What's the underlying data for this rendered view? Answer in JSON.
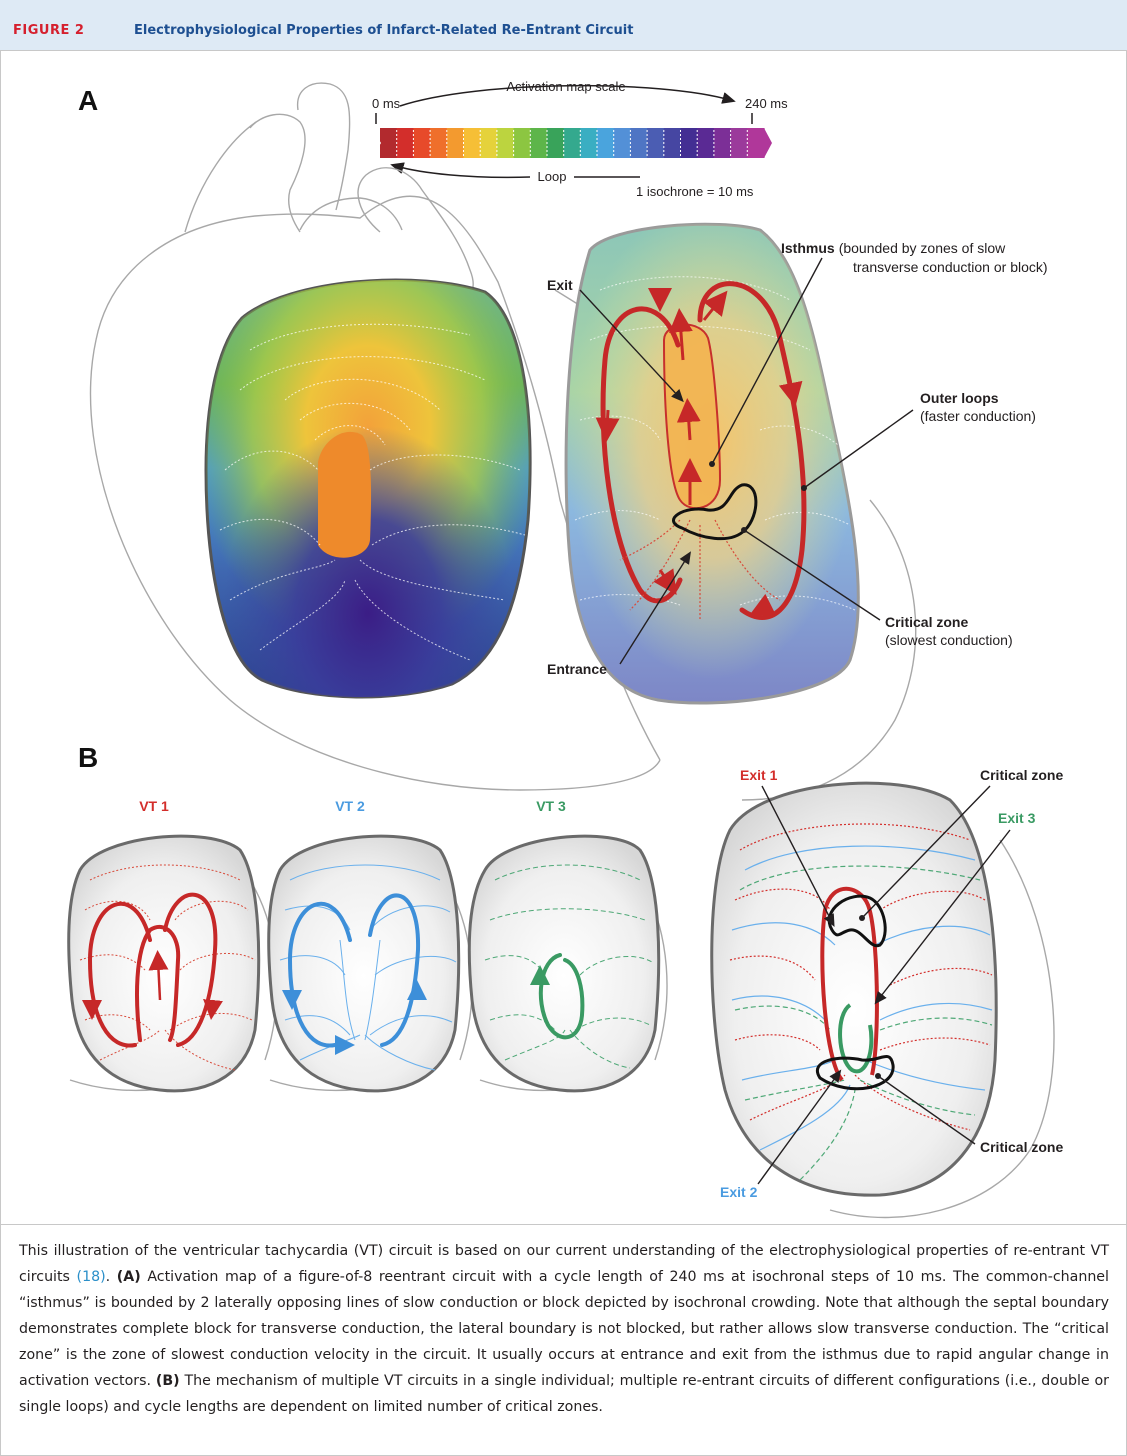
{
  "header": {
    "figure_label": "FIGURE 2",
    "figure_title": "Electrophysiological Properties of Infarct-Related Re-Entrant Circuit"
  },
  "panel_a": {
    "letter": "A",
    "scale_title": "Activation map scale",
    "scale_start": "0 ms",
    "scale_end": "240 ms",
    "loop_label": "Loop",
    "isochrone_note": "1 isochrone = 10 ms",
    "scale_colors": [
      "#b22a2e",
      "#d32e2b",
      "#e74a2a",
      "#ef6f2b",
      "#f39a2f",
      "#f6bf36",
      "#e5d23b",
      "#bcd43f",
      "#8cc641",
      "#5db54a",
      "#39a35a",
      "#34a98e",
      "#3aaec2",
      "#4aa4dd",
      "#5390d7",
      "#4f75c4",
      "#4b5db3",
      "#4646a2",
      "#432e93",
      "#5a2a94",
      "#7c2f97",
      "#9b3a9b",
      "#b0379a"
    ],
    "labels": {
      "isthmus_bold": "Isthmus",
      "isthmus_rest1": "(bounded by zones of slow",
      "isthmus_rest2": "transverse conduction or block)",
      "exit": "Exit",
      "outer_loops": "Outer loops",
      "outer_loops_sub": "(faster conduction)",
      "critical_zone": "Critical zone",
      "critical_zone_sub": "(slowest conduction)",
      "entrance": "Entrance"
    }
  },
  "panel_b": {
    "letter": "B",
    "vt1": "VT 1",
    "vt2": "VT 2",
    "vt3": "VT 3",
    "exit1": "Exit 1",
    "exit2": "Exit 2",
    "exit3": "Exit 3",
    "critical_zone_top": "Critical zone",
    "critical_zone_bottom": "Critical zone",
    "colors": {
      "vt1": "#d32e2b",
      "vt2": "#4a9be0",
      "vt3": "#3a9a63"
    }
  },
  "caption": {
    "part1": "This illustration of the ventricular tachycardia (VT) circuit is based on our current understanding of the electrophysiological properties of re-entrant VT circuits ",
    "ref": "(18)",
    "part2": ". ",
    "a_label": "(A)",
    "part3": " Activation map of a figure-of-8 reentrant circuit with a cycle length of 240 ms at isochronal steps of 10 ms. The common-channel “isthmus” is bounded by 2 laterally opposing lines of slow conduction or block depicted by isochronal crowding. Note that although the septal boundary demonstrates complete block for transverse conduction, the lateral boundary is not blocked, but rather allows slow transverse conduction. The “critical zone” is the zone of slowest conduction velocity in the circuit. It usually occurs at entrance and exit from the isthmus due to rapid angular change in activation vectors. ",
    "b_label": "(B)",
    "part4": " The mechanism of multiple VT circuits in a single individual; multiple re-entrant circuits of different configurations (i.e., double or single loops) and cycle lengths are dependent on limited number of critical zones."
  }
}
